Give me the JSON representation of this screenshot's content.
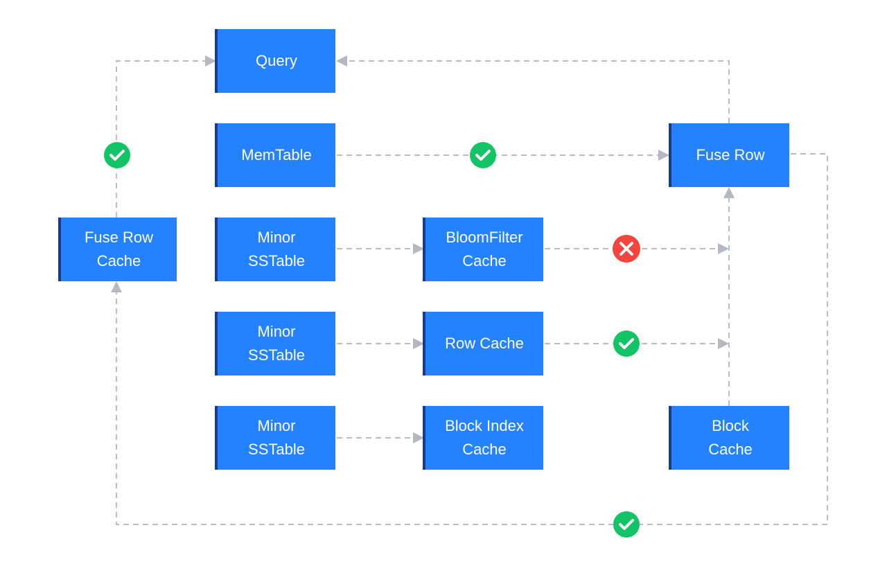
{
  "nodes": {
    "query": "Query",
    "memtable": "MemTable",
    "fuse_row": "Fuse Row",
    "fuse_row_cache": "Fuse Row\nCache",
    "minor_sstable_1": "Minor\nSSTable",
    "minor_sstable_2": "Minor\nSSTable",
    "minor_sstable_3": "Minor\nSSTable",
    "bloomfilter_cache": "BloomFilter\nCache",
    "row_cache": "Row Cache",
    "block_index_cache": "Block Index\nCache",
    "block_cache": "Block\nCache"
  },
  "status_markers": {
    "fuse_row_cache_to_query": "check",
    "memtable_to_fuse_row": "check",
    "bloomfilter_to_fuse_row": "cross",
    "row_cache_to_fuse_row": "check",
    "fuse_row_to_fuse_row_cache": "check"
  },
  "colors": {
    "node_fill": "#2482fe",
    "node_accent": "#1a3a8a",
    "node_text": "#ffffff",
    "connector": "#b8bcc6",
    "check": "#13c466",
    "cross": "#f5433d"
  }
}
